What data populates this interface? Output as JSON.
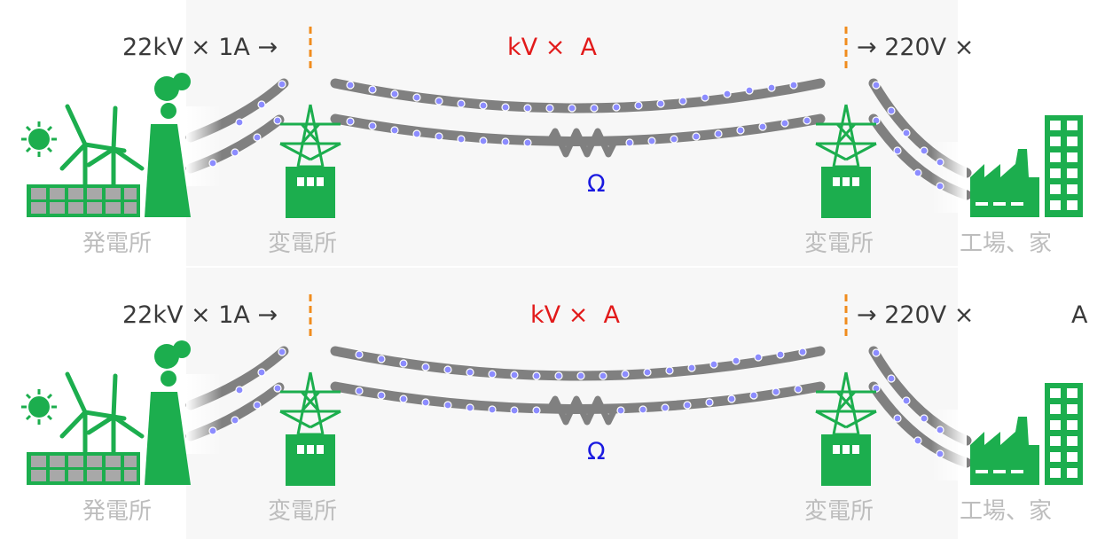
{
  "colors": {
    "facility_green": "#1cae4e",
    "wire": "#808080",
    "electron": "#8c8cff",
    "boundary": "#f08c1e",
    "label_red": "#e21a1a",
    "label_blue": "#1a1ae0",
    "label_gray": "#bdbdbd",
    "label_dark": "#3a3a3a"
  },
  "icons": [
    "power-plant-icon",
    "sun-icon",
    "wind-turbine-icon",
    "solar-panel-icon",
    "transmission-tower-icon",
    "substation-icon",
    "resistor-icon",
    "factory-icon",
    "building-icon"
  ],
  "scenarios": [
    {
      "input_label": "22kV × 1A →",
      "transmission_label": "kV ×  A",
      "output_label": "→ 220V ×",
      "resistance_label": "Ω",
      "places": {
        "plant": "発電所",
        "substation_left": "変電所",
        "substation_right": "変電所",
        "consumers": "工場、家"
      }
    },
    {
      "input_label": "22kV × 1A →",
      "transmission_label": "kV ×  A",
      "output_label": "→ 220V ×",
      "output_current_unit": "A",
      "resistance_label": "Ω",
      "places": {
        "plant": "発電所",
        "substation_left": "変電所",
        "substation_right": "変電所",
        "consumers": "工場、家"
      }
    }
  ]
}
